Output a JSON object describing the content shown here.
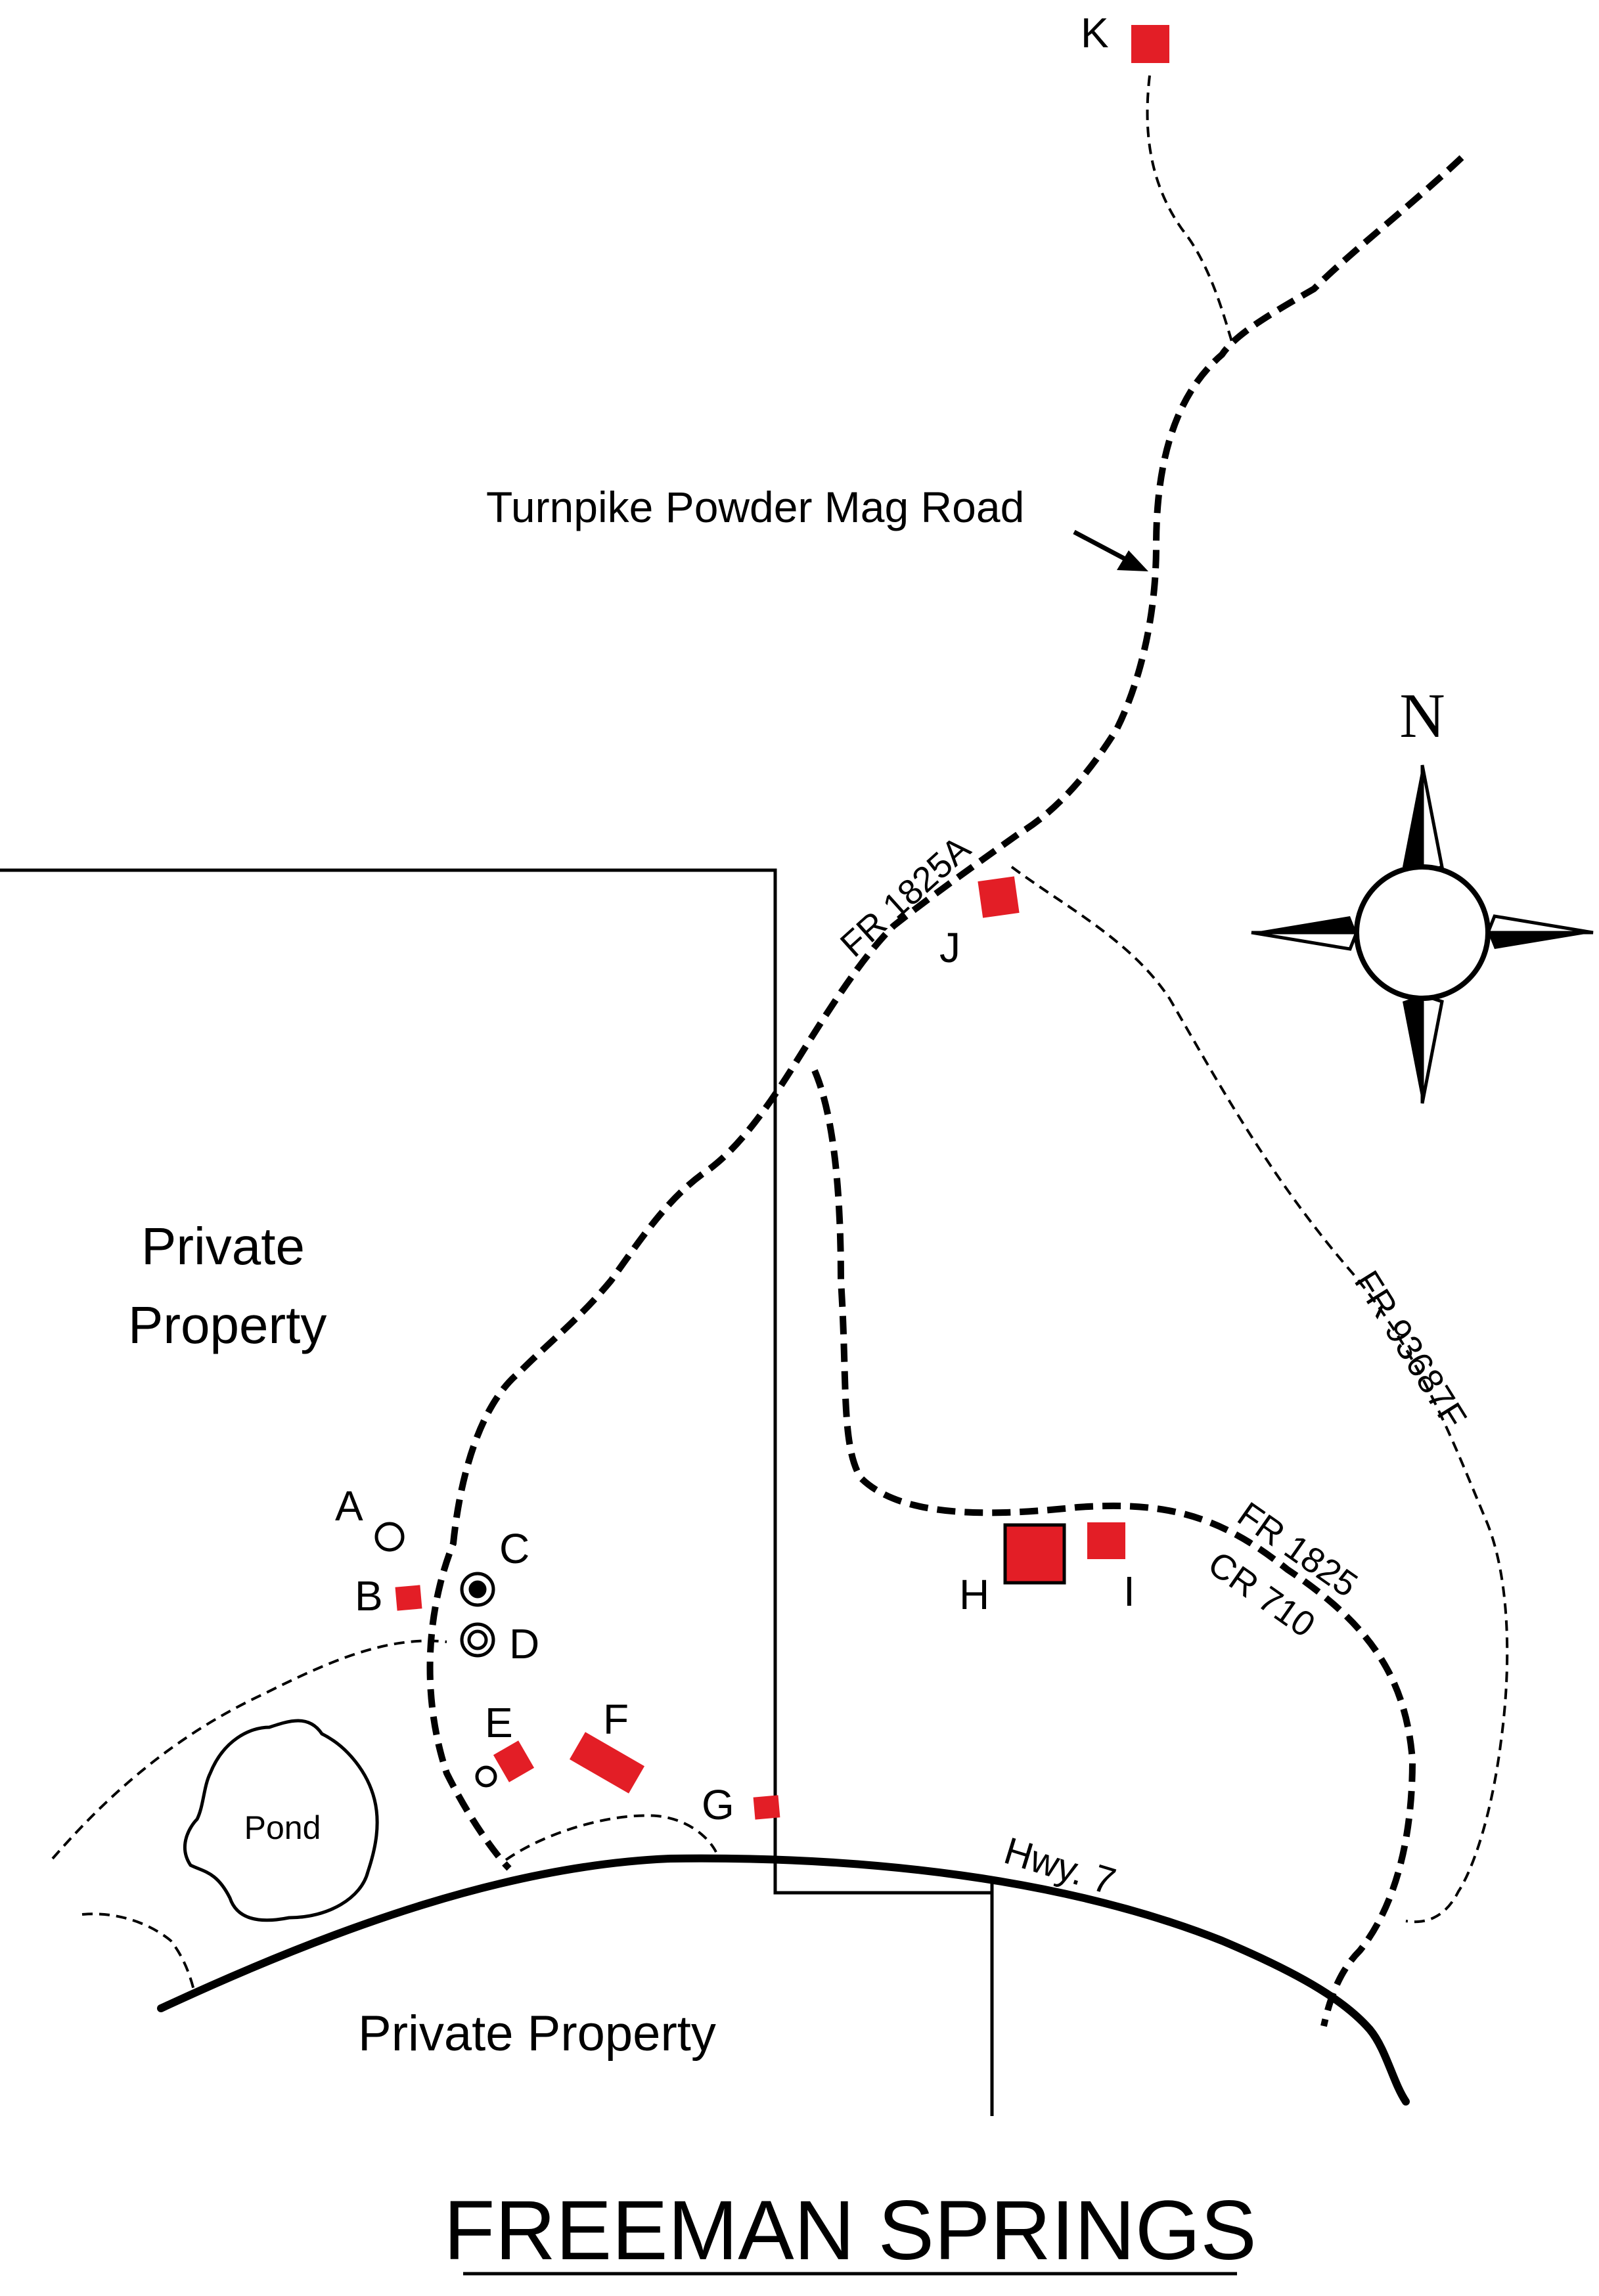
{
  "title": "FREEMAN SPRINGS",
  "colors": {
    "site_marker": "#e31e26",
    "ink": "#000000",
    "background": "#ffffff"
  },
  "compass": {
    "north_label": "N"
  },
  "labels": {
    "turnpike_road": "Turnpike Powder Mag Road",
    "fr_1825a": "FR 1825A",
    "fr_93687f": "FR 93687F",
    "fr_1825": "FR 1825",
    "cr_710": "CR 710",
    "hwy_7": "Hwy. 7",
    "private_property_west_line1": "Private",
    "private_property_west_line2": "Property",
    "private_property_south": "Private Property",
    "pond": "Pond"
  },
  "sites": {
    "A": "A",
    "B": "B",
    "C": "C",
    "D": "D",
    "E": "E",
    "F": "F",
    "G": "G",
    "H": "H",
    "I": "I",
    "J": "J",
    "K": "K"
  },
  "icons": [
    "compass-rose-icon",
    "leader-arrow-icon"
  ]
}
